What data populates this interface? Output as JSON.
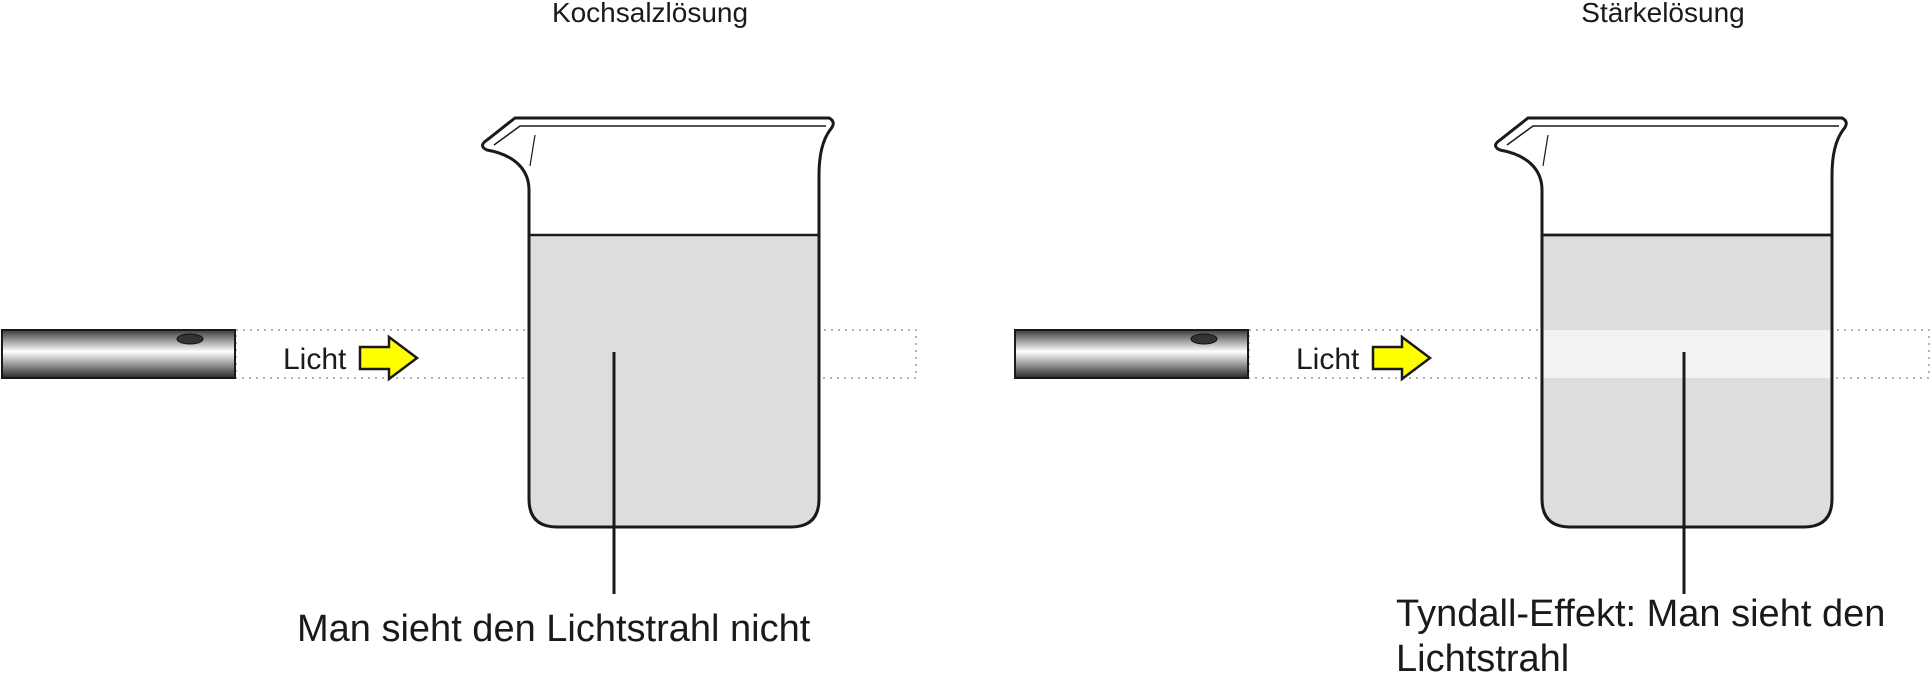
{
  "left_panel": {
    "title": "Kochsalzlösung",
    "light_label": "Licht",
    "caption": "Man sieht den Lichtstrahl nicht"
  },
  "right_panel": {
    "title": "Stärkelösung",
    "light_label": "Licht",
    "caption_line1": "Tyndall-Effekt: Man sieht den",
    "caption_line2": "Lichtstrahl"
  },
  "colors": {
    "liquid": "#dddddd",
    "visible_beam": "#f2f2f2",
    "arrow": "#ffff00",
    "outline": "#1a1a1a"
  }
}
